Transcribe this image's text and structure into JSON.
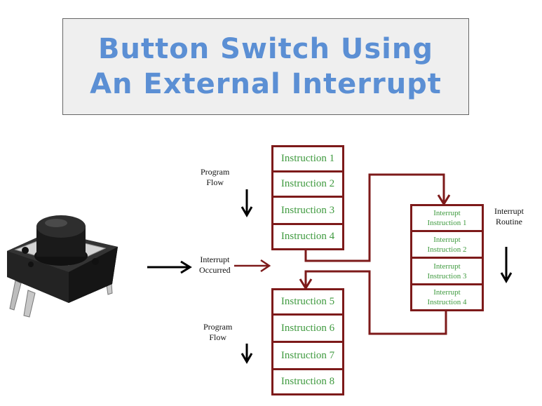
{
  "title": {
    "line1": "Button Switch Using",
    "line2": "An External Interrupt"
  },
  "labels": {
    "program_flow_top": [
      "Program",
      "Flow"
    ],
    "program_flow_bottom": [
      "Program",
      "Flow"
    ],
    "interrupt_occurred": [
      "Interrupt",
      "Occurred"
    ],
    "interrupt_routine": [
      "Interrupt",
      "Routine"
    ]
  },
  "main_instructions_top": [
    "Instruction 1",
    "Instruction 2",
    "Instruction 3",
    "Instruction 4"
  ],
  "main_instructions_bottom": [
    "Instruction 5",
    "Instruction 6",
    "Instruction 7",
    "Instruction 8"
  ],
  "interrupt_instructions": [
    [
      "Interrupt",
      "Instruction 1"
    ],
    [
      "Interrupt",
      "Instruction 2"
    ],
    [
      "Interrupt",
      "Instruction  3"
    ],
    [
      "Interrupt",
      "Instruction  4"
    ]
  ],
  "colors": {
    "title_text": "#5b8fd4",
    "box_border": "#7d1a1a",
    "instruction_text": "#3f9a3f"
  }
}
